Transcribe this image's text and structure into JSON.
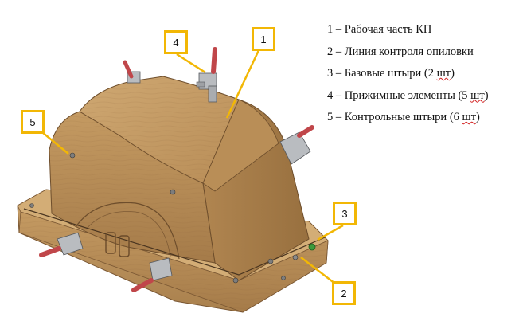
{
  "callouts": [
    {
      "id": "1",
      "label": "1"
    },
    {
      "id": "2",
      "label": "2"
    },
    {
      "id": "3",
      "label": "3"
    },
    {
      "id": "4",
      "label": "4"
    },
    {
      "id": "5",
      "label": "5"
    }
  ],
  "legend": {
    "items": [
      {
        "num": "1",
        "dash": "–",
        "text": "Рабочая часть КП",
        "suffix": ""
      },
      {
        "num": "2",
        "dash": "–",
        "text": "Линия контроля опиловки",
        "suffix": ""
      },
      {
        "num": "3",
        "dash": "–",
        "text": "Базовые штыри (2 ",
        "marked": "шт",
        "suffix": ")"
      },
      {
        "num": "4",
        "dash": "–",
        "text": "Прижимные элементы (5 ",
        "marked": "шт",
        "suffix": ")"
      },
      {
        "num": "5",
        "dash": "–",
        "text": "Контрольные штыри (6 ",
        "marked": "шт",
        "suffix": ")"
      }
    ]
  },
  "colors": {
    "callout_border": "#f2b705",
    "leader": "#f2b705",
    "wood_light": "#c99f68",
    "wood_mid": "#b48953",
    "wood_dark": "#9a7244",
    "clamp_metal": "#b9bcc0",
    "clamp_handle": "#c0464a",
    "base_pin": "#3c9b3c"
  }
}
